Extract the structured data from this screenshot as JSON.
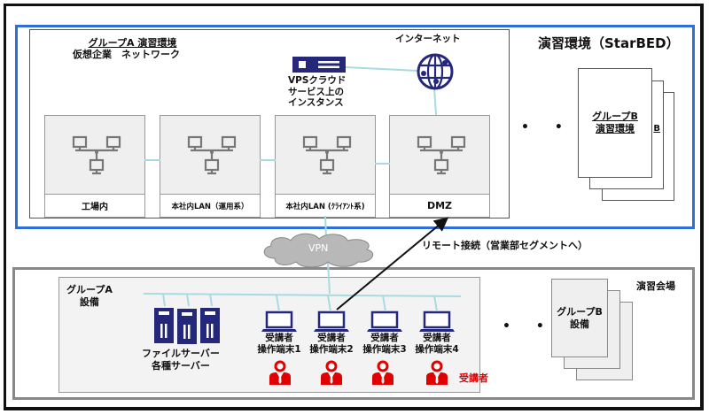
{
  "colors": {
    "frame": "#111111",
    "starbed_border": "#2f6fd6",
    "link_line": "#a8dbe0",
    "device_navy": "#25287a",
    "person_red": "#e00000",
    "cloud_gray": "#b8b8b8",
    "segment_fill": "#efefef"
  },
  "starbed": {
    "title": "演習環境（StarBED）",
    "groupa_network": {
      "title_line1": "グループA 演習環境",
      "title_line2": "仮想企業　ネットワーク",
      "internet_label": "インターネット",
      "vps_label_line1": "VPSクラウド",
      "vps_label_line2": "サービス上の",
      "vps_label_line3": "インスタンス",
      "segments": [
        {
          "label": "工場内"
        },
        {
          "label": "本社内LAN（運用系）"
        },
        {
          "label": "本社内LAN (ｸﾗｲｱﾝﾄ系)"
        },
        {
          "label": "DMZ"
        }
      ]
    },
    "ellipsis": "• • •",
    "groupb_env": {
      "line1": "グループB",
      "line2": "演習環境",
      "peek1": "B",
      "peek2": "B"
    }
  },
  "vpn": {
    "label": "VPN"
  },
  "remote_connection": {
    "label": "リモート接続（営業部セグメントへ）"
  },
  "venue": {
    "title": "演習会場",
    "groupa_facility": {
      "title_line1": "グループA",
      "title_line2": "設備",
      "servers_line1": "ファイルサーバー",
      "servers_line2": "各種サーバー",
      "terminals": [
        {
          "line1": "受講者",
          "line2": "操作端末1"
        },
        {
          "line1": "受講者",
          "line2": "操作端末2"
        },
        {
          "line1": "受講者",
          "line2": "操作端末3"
        },
        {
          "line1": "受講者",
          "line2": "操作端末4"
        }
      ],
      "trainee_label": "受講者"
    },
    "ellipsis": "• • •",
    "groupb_facility": {
      "line1": "グループB",
      "line2": "設備"
    }
  }
}
